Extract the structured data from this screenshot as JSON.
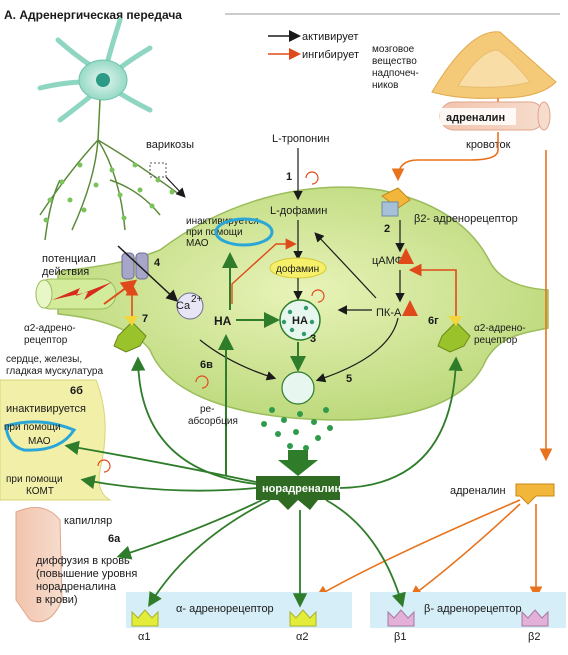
{
  "title": "А. Адренергическая передача",
  "legend": {
    "activates": "активирует",
    "inhibits": "ингибирует"
  },
  "adrenal": {
    "line1": "мозговое",
    "line2": "вещество",
    "line3": "надпочеч-",
    "line4": "ников",
    "hormone": "адреналин",
    "blood": "кровоток"
  },
  "neuron": {
    "varicosities": "варикозы",
    "potential1": "потенциал",
    "potential2": "действия"
  },
  "synthesis": {
    "troponin": "L-тропонин",
    "ldopamine": "L-дофамин",
    "dopamine": "дофамин",
    "na_vesicle": "НА",
    "na_free": "НА",
    "ca": "Ca",
    "ca_sup": "2+"
  },
  "mao_top": {
    "line1": "инактивируется",
    "line2": "при помощи",
    "line3": "МАО"
  },
  "receptors": {
    "beta2_pre": "β2- адренорецептор",
    "camp": "цАМФ",
    "pka": "ПК-А",
    "alpha2_left_1": "α2-адрено-",
    "alpha2_left_2": "рецептор",
    "alpha2_right_1": "α2-адрено-",
    "alpha2_right_2": "рецептор"
  },
  "steps": {
    "s1": "1",
    "s2": "2",
    "s3": "3",
    "s4": "4",
    "s5": "5",
    "s6a": "6а",
    "s6b": "6б",
    "s6v": "6в",
    "s6g": "6г",
    "s7": "7"
  },
  "reabsorption": {
    "line1": "ре-",
    "line2": "абсорбция"
  },
  "target": {
    "line1": "сердце, железы,",
    "line2": "гладкая мускулатура",
    "inact": "инактивируется",
    "by1": "при помощи",
    "mao": "МАО",
    "by2": "при помощи",
    "komt": "КОМТ"
  },
  "capillary": {
    "label": "капилляр",
    "d1": "диффузия в кровь",
    "d2": "(повышение уровня",
    "d3": "норадреналина",
    "d4": "в крови)"
  },
  "noradrenaline": "норадреналин",
  "adrenaline_right": "адреналин",
  "bottom": {
    "alpha_label": "α- адренорецептор",
    "beta_label": "β- адренорецептор",
    "a1": "α1",
    "a2": "α2",
    "b1": "β1",
    "b2": "β2"
  },
  "colors": {
    "activate": "#1a1a1a",
    "inhibit": "#e04a1a",
    "green_arrow": "#2f7d2a",
    "cell": "#c8e08a",
    "adrenal": "#f4c978",
    "target_box": "#f2f0a8",
    "receptor_bar": "#d6eef7",
    "mao": "#2aa7d8"
  }
}
